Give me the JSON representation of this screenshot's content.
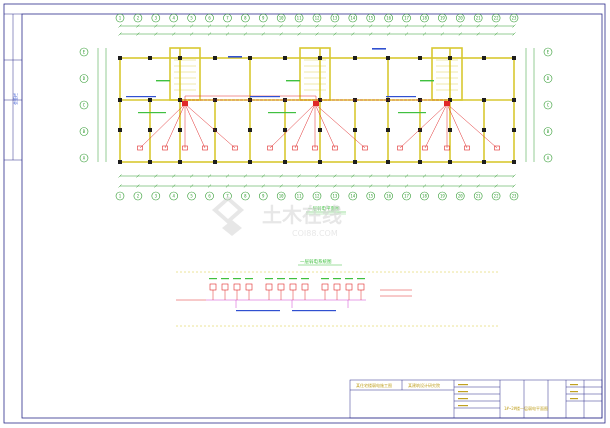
{
  "drawing": {
    "colors": {
      "frame": "#2a2a8a",
      "wall": "#d8c830",
      "column": "#1e1e1e",
      "axis": "#2e9a2e",
      "dim": "#2e9a2e",
      "wiring": "#e02828",
      "wiring_alt": "#d040d0",
      "text_green": "#40c040",
      "text_blue": "#3050d0",
      "title_label": "#c0a020",
      "watermark": "#d4d4d4"
    },
    "axis_top": [
      "1",
      "2",
      "3",
      "4",
      "5",
      "6",
      "7",
      "8",
      "9",
      "10",
      "11",
      "12",
      "13",
      "14",
      "15",
      "16",
      "17",
      "18",
      "19",
      "20",
      "21",
      "22",
      "23"
    ],
    "axis_bottom": [
      "1",
      "2",
      "3",
      "4",
      "5",
      "6",
      "7",
      "8",
      "9",
      "10",
      "11",
      "12",
      "13",
      "14",
      "15",
      "16",
      "17",
      "18",
      "19",
      "20",
      "21",
      "22",
      "23"
    ],
    "axis_left": [
      "E",
      "D",
      "C",
      "B",
      "A"
    ],
    "axis_right": [
      "E",
      "D",
      "C",
      "B",
      "A"
    ],
    "plan_title": "一层弱电平面图",
    "riser_title": "一层弱电系统图",
    "watermark_text": "土木在线",
    "watermark_url": "COI88.COM"
  },
  "title_block": {
    "project_label": "某住宅楼弱电施工图",
    "unit_label": "某建筑设计研究院",
    "drawing_title": "1#~2#楼一层弱电平面图",
    "left_strip_label": "会签栏"
  }
}
